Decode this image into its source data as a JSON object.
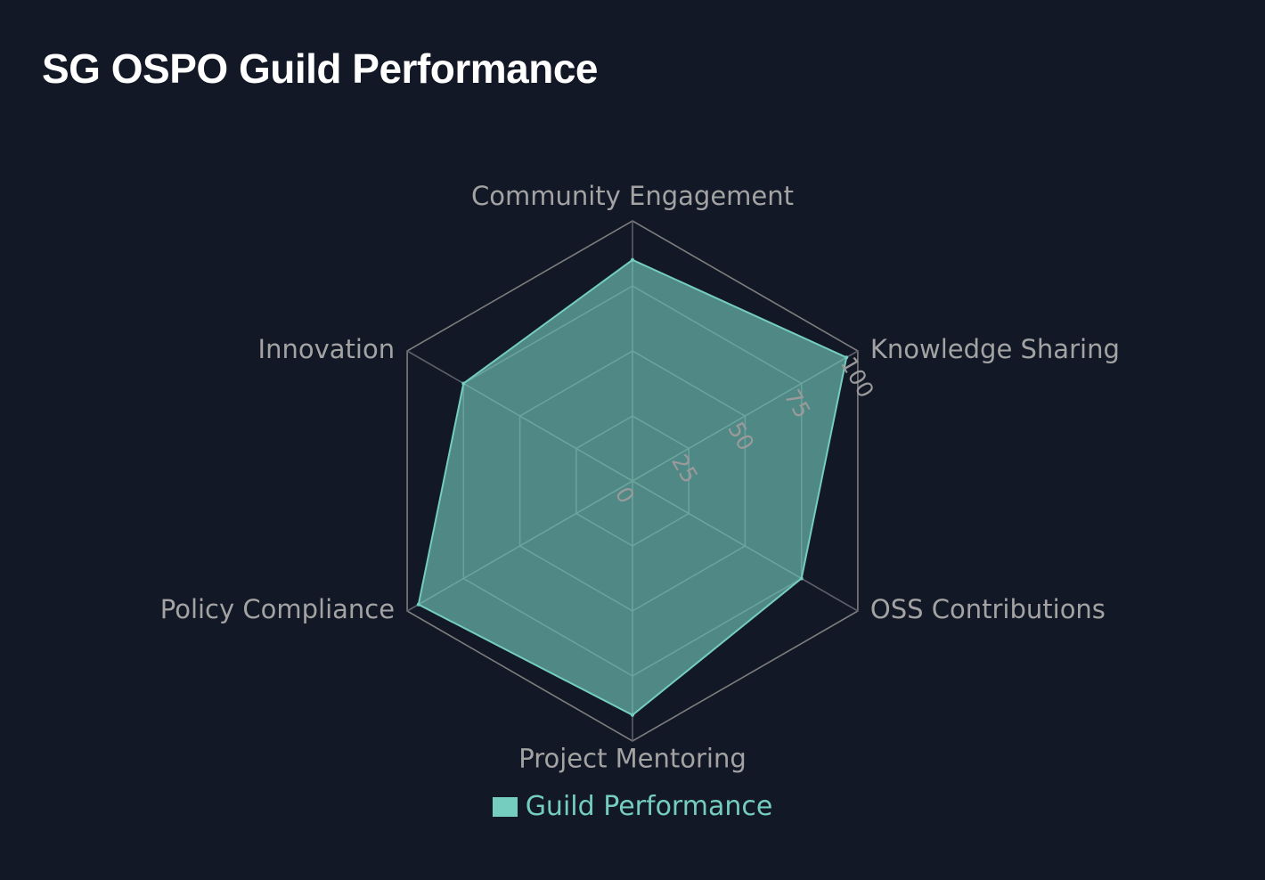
{
  "title": "SG OSPO Guild Performance",
  "chart_data": {
    "type": "radar",
    "categories": [
      "Community Engagement",
      "Knowledge Sharing",
      "OSS Contributions",
      "Project Mentoring",
      "Policy Compliance",
      "Innovation"
    ],
    "series": [
      {
        "name": "Guild Performance",
        "values": [
          85,
          95,
          75,
          90,
          95,
          75
        ],
        "color": "#74cdbf"
      }
    ],
    "r_range": [
      0,
      100
    ],
    "r_ticks": [
      0,
      25,
      50,
      75,
      100
    ],
    "grid": true,
    "legend_position": "bottom"
  }
}
